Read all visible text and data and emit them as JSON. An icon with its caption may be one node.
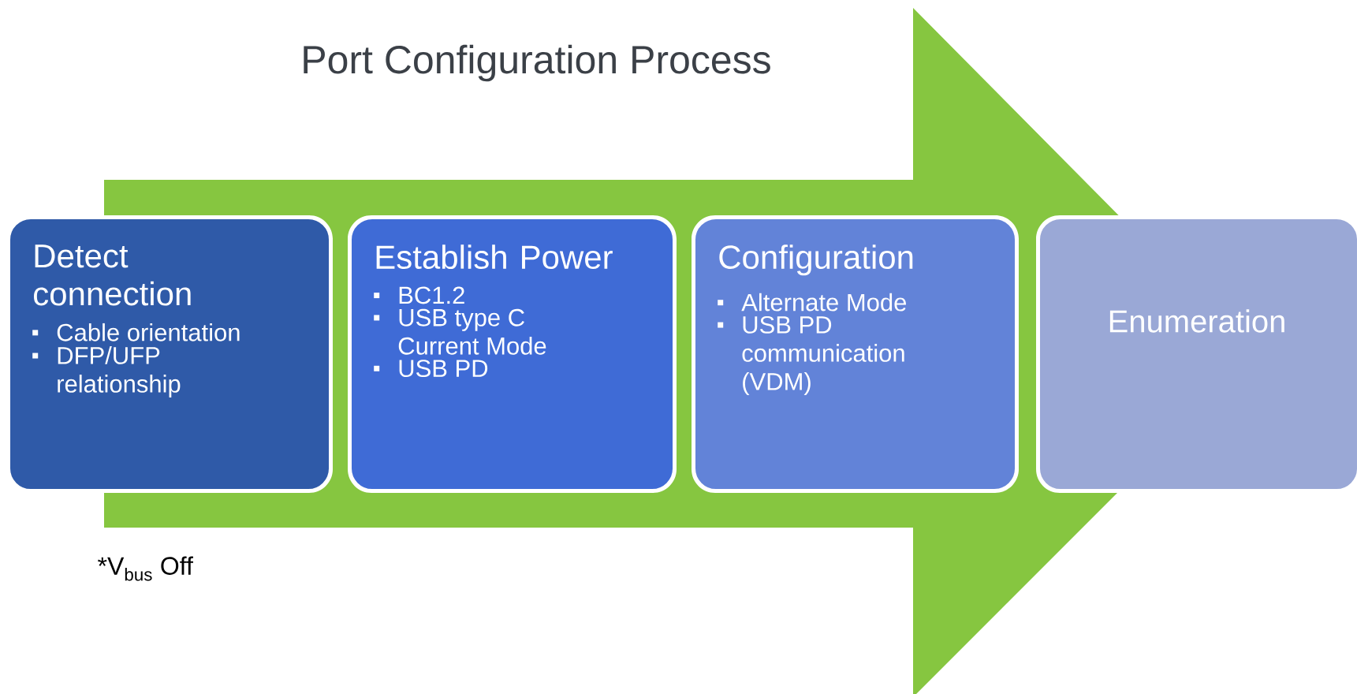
{
  "diagram": {
    "title": "Port Configuration Process",
    "nodes": [
      {
        "text": [
          "Detect connection",
          "Cable orientation",
          "DFP/UFP relationship"
        ]
      },
      {
        "text": [
          "Establish Power",
          "BC1.2",
          "USB type C Current Mode",
          "USB PD"
        ]
      },
      {
        "text": [
          "Configuration",
          "Alternate Mode",
          "USB PD communication (VDM)"
        ]
      },
      {
        "text": [
          "Enumeration"
        ]
      }
    ],
    "edges": [
      {
        "from": 0,
        "to": 3,
        "arrow": "to"
      }
    ],
    "labels": [
      "*V$_{bus}$ Off"
    ]
  }
}
